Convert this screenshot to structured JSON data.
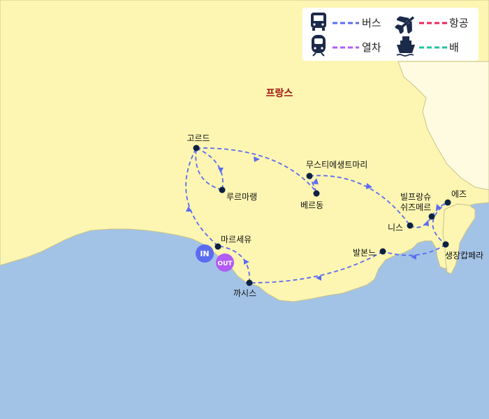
{
  "country_label": "프랑스",
  "legend": {
    "bus": {
      "label": "버스",
      "color": "#5b6cf0",
      "icon": "bus-icon"
    },
    "air": {
      "label": "항공",
      "color": "#e8265a",
      "icon": "airplane-icon"
    },
    "train": {
      "label": "열차",
      "color": "#b05cf5",
      "icon": "train-icon"
    },
    "ship": {
      "label": "배",
      "color": "#1fc4a0",
      "icon": "ship-icon"
    }
  },
  "places": {
    "marseille": "마르세유",
    "cassis": "까시스",
    "gordes": "고르드",
    "roussillon": "루르마랭",
    "moustiers": "무스티에생트마리",
    "verdon": "베르동",
    "nice": "니스",
    "villefranche": "빌프랑슈\n쉬즈메르",
    "eze": "에즈",
    "capferrat": "생장캅페라",
    "valbonne": "발본느"
  },
  "badges": {
    "in": "IN",
    "out": "OUT"
  },
  "colors": {
    "land": "#fdf6b2",
    "sea": "#a3c3e6",
    "route": "#5b6cf0",
    "node": "#0d2240",
    "in_badge": "#5b6cf0",
    "out_badge": "#b05cf5",
    "country_text": "#a3140e"
  }
}
